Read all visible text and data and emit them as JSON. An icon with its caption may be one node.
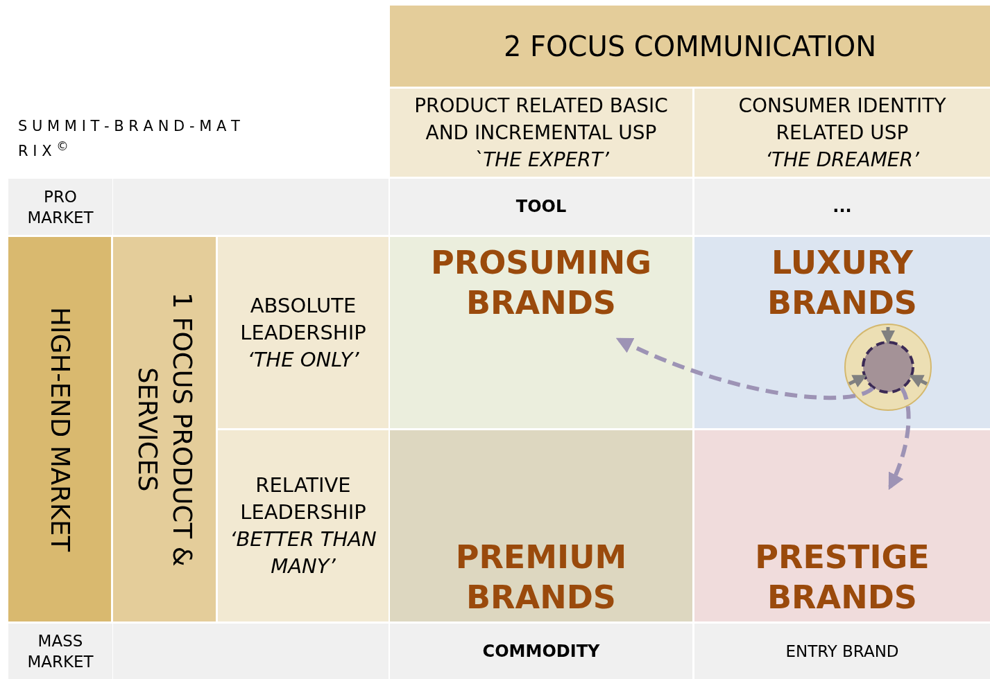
{
  "diagram": {
    "title": "S U M M I T - B R A N D - M A T R I X $^{©}$",
    "nodes": [
      {
        "text": [
          "2  FOCUS COMMUNICATION"
        ]
      },
      {
        "text": [
          "PRODUCT RELATED BASIC AND INCREMENTAL USP",
          "`THE EXPERT’"
        ]
      },
      {
        "text": [
          "CONSUMER IDENTITY RELATED USP",
          "‘THE DREAMER’"
        ]
      },
      {
        "text": [
          "PRO MARKET"
        ]
      },
      {
        "text": [
          "TOOL"
        ]
      },
      {
        "text": [
          "..."
        ]
      },
      {
        "text": [
          "HIGH-END MARKET"
        ]
      },
      {
        "text": [
          "1 FOCUS PRODUCT & SERVICES"
        ]
      },
      {
        "text": [
          "ABSOLUTE LEADERSHIP",
          "‘THE ONLY’"
        ]
      },
      {
        "text": [
          "PROSUMING BRANDS"
        ]
      },
      {
        "text": [
          "LUXURY BRANDS"
        ]
      },
      {
        "text": [],
        "shape": "circle",
        "in": 10
      },
      {
        "text": [],
        "shape": "circle",
        "in": 11
      },
      {
        "text": [
          "RELATIVE LEADERSHIP",
          "‘BETTER THAN MANY’"
        ]
      },
      {
        "text": [
          "PREMIUM BRANDS"
        ]
      },
      {
        "text": [
          "PRESTIGE BRANDS"
        ]
      },
      {
        "text": [
          "MASS MARKET"
        ]
      },
      {
        "text": [
          "COMMODITY"
        ]
      },
      {
        "text": [
          "ENTRY BRAND"
        ]
      }
    ],
    "edges": [
      {
        "from": 12,
        "to": 9,
        "arrow": "to",
        "style": "dashed",
        "color": "#9d93b5"
      },
      {
        "from": 12,
        "to": 15,
        "arrow": "to",
        "style": "dashed",
        "color": "#9d93b5"
      },
      {
        "from": null,
        "to": 12,
        "arrow": "to"
      },
      {
        "from": null,
        "to": 12,
        "arrow": "to"
      },
      {
        "from": null,
        "to": 12,
        "arrow": "to"
      }
    ]
  }
}
